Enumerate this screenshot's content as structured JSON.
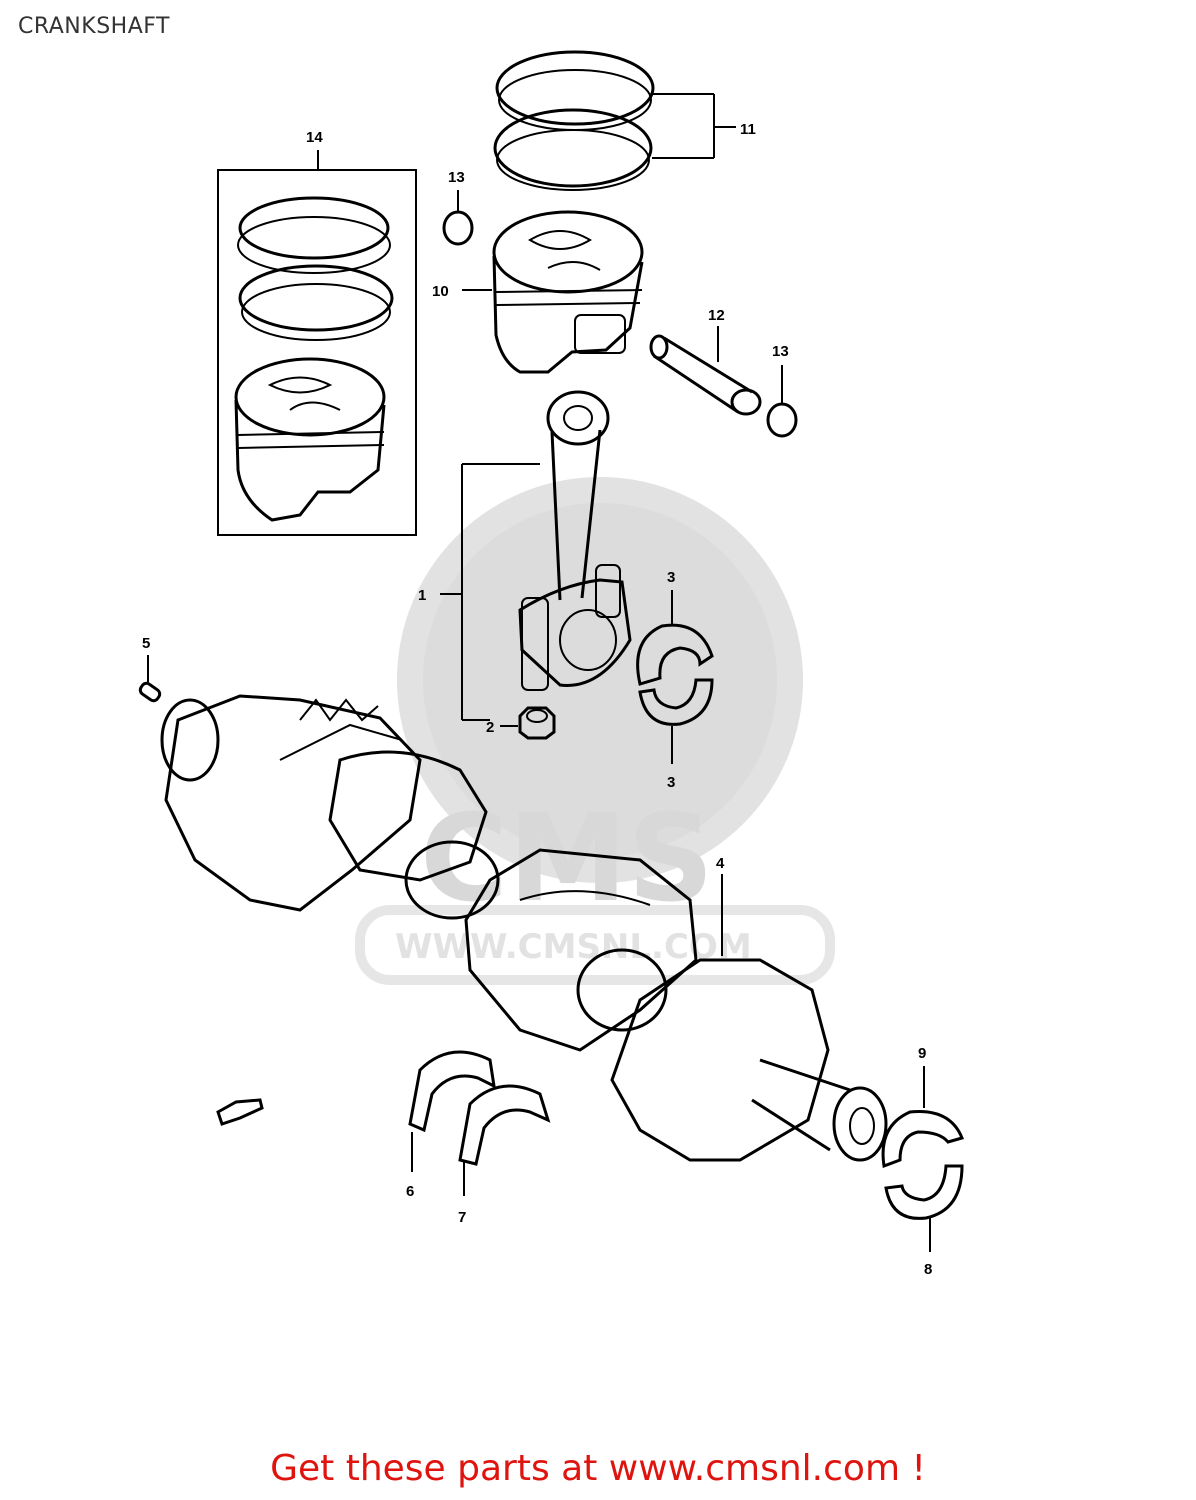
{
  "page": {
    "title": "CRANKSHAFT"
  },
  "watermark": {
    "brand": "CMS",
    "url": "WWW.CMSNL.COM"
  },
  "callouts": {
    "c1": "1",
    "c2": "2",
    "c3a": "3",
    "c3b": "3",
    "c4": "4",
    "c5": "5",
    "c6": "6",
    "c7": "7",
    "c8": "8",
    "c9": "9",
    "c10": "10",
    "c11": "11",
    "c12": "12",
    "c13a": "13",
    "c13b": "13",
    "c14": "14"
  },
  "footer": {
    "text": "Get these parts at www.cmsnl.com !"
  },
  "colors": {
    "footer_text": "#e0140f",
    "ink": "#000000",
    "watermark": "#d8d8d8"
  }
}
